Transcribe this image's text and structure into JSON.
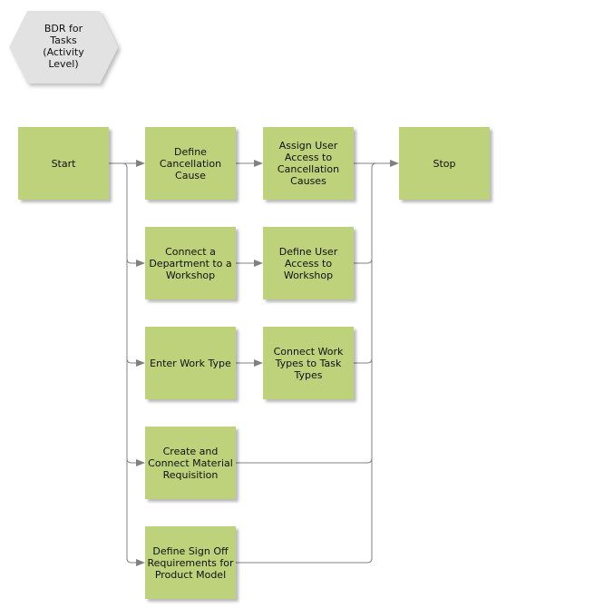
{
  "diagram_title": "BDR for\nTasks\n(Activity\nLevel)",
  "nodes": {
    "start": "Start",
    "define_cancellation_cause": "Define\nCancellation\nCause",
    "assign_user_access": "Assign User\nAccess to\nCancellation\nCauses",
    "stop": "Stop",
    "connect_department": "Connect a\nDepartment to a\nWorkshop",
    "define_user_access_workshop": "Define User\nAccess to\nWorkshop",
    "enter_work_type": "Enter Work Type",
    "connect_work_types": "Connect Work\nTypes to Task\nTypes",
    "create_material_requisition": "Create and\nConnect Material\nRequisition",
    "define_sign_off": "Define Sign Off\nRequirements for\nProduct Model"
  },
  "colors": {
    "node_fill": "#bdd27b",
    "hex_fill": "#e2e2e2",
    "connector": "#808080"
  }
}
